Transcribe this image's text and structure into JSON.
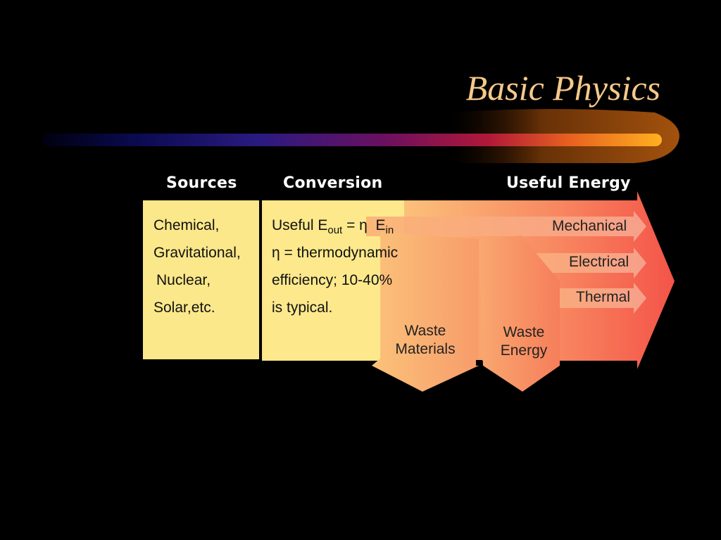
{
  "slide": {
    "title": "Basic Physics"
  },
  "colors": {
    "background": "#000000",
    "title": "#f6c98a",
    "source_box": "#fbe88a",
    "arrow_start": "#fbc77a",
    "arrow_end": "#f55a4a",
    "header_text": "#ffffff"
  },
  "diagram": {
    "headers": {
      "sources": "Sources",
      "conversion": "Conversion",
      "useful_energy": "Useful Energy"
    },
    "sources": [
      "Chemical,",
      "Gravitational,",
      "Nuclear,",
      "Solar,etc."
    ],
    "conversion": {
      "eq_prefix": "Useful E",
      "eq_sub_out": "out",
      "eq_middle": " = η  E",
      "eq_sub_in": "in",
      "line2": "η = thermodynamic",
      "line3": "efficiency; 10-40%",
      "line4": "is typical."
    },
    "useful_outputs": [
      "Mechanical",
      "Electrical",
      "Thermal"
    ],
    "waste": {
      "materials_line1": "Waste",
      "materials_line2": "Materials",
      "energy_line1": "Waste",
      "energy_line2": "Energy"
    }
  }
}
